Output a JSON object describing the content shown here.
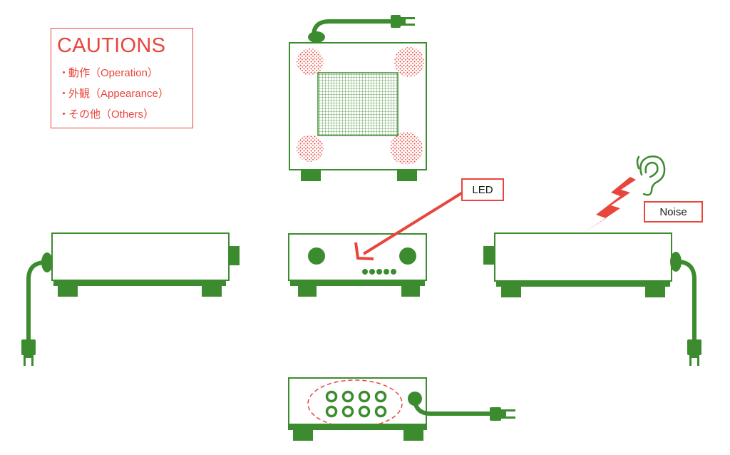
{
  "cautions": {
    "title": "CAUTIONS",
    "items": [
      "動作（Operation）",
      "外観（Appearance）",
      "その他（Others）"
    ],
    "bullet": "・"
  },
  "labels": {
    "led": "LED",
    "noise": "Noise"
  },
  "colors": {
    "device": "#3d8b2f",
    "accent": "#e8453c",
    "background": "#ffffff"
  }
}
